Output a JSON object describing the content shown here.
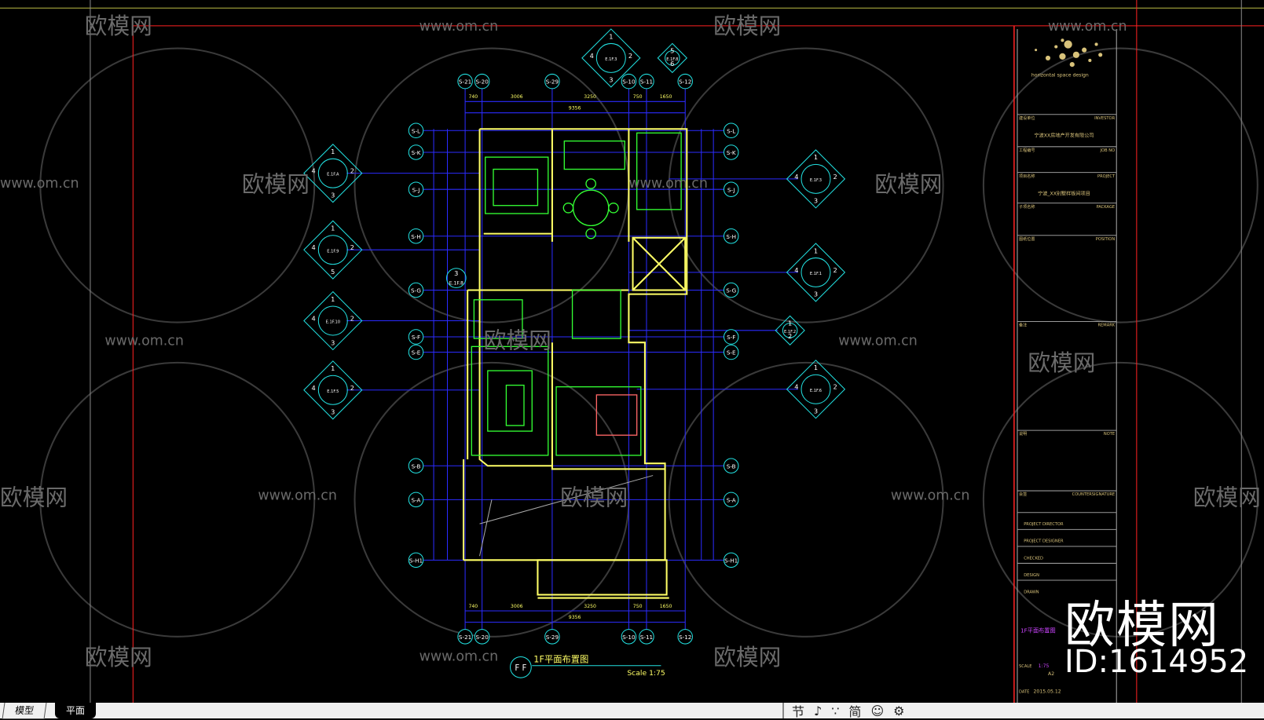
{
  "tabs": [
    {
      "label": "模型",
      "active": false
    },
    {
      "label": "平面",
      "active": true
    }
  ],
  "tray": {
    "icons": [
      {
        "name": "node-icon",
        "glyph": "节"
      },
      {
        "name": "moon-icon",
        "glyph": "♪"
      },
      {
        "name": "dots-icon",
        "glyph": "∵"
      },
      {
        "name": "simplified-icon",
        "glyph": "简"
      },
      {
        "name": "smile-icon",
        "glyph": "☺"
      },
      {
        "name": "gear-icon",
        "glyph": "⚙"
      }
    ]
  },
  "drawing": {
    "title": "1F平面布置图",
    "scale": "Scale 1:75",
    "symbol": "F F",
    "grid_top": [
      "S-21",
      "S-20",
      "S-29",
      "S-10",
      "S-11",
      "S-12"
    ],
    "grid_left": [
      "S-L",
      "S-K",
      "S-J",
      "S-H",
      "S-G",
      "S-F",
      "S-E",
      "S-B",
      "S-A",
      "S-H1"
    ],
    "dims_top": [
      "740",
      "3006",
      "3250",
      "750",
      "1650"
    ],
    "dims_total": "9356",
    "elevations": [
      {
        "n": [
          "1",
          "2",
          "3",
          "4"
        ],
        "code": "E.1F.A"
      },
      {
        "n": [
          "1",
          "2",
          "5",
          "4"
        ],
        "code": "E.1F.9"
      },
      {
        "n": [
          "1",
          "2",
          "3",
          "4"
        ],
        "code": "E.1F.10"
      },
      {
        "n": [
          "1",
          "2",
          "3",
          "4"
        ],
        "code": "E.1F.5"
      },
      {
        "n": [
          "1",
          "2",
          "3",
          "4"
        ],
        "code": "E.1F.3"
      },
      {
        "n": [
          "1",
          "2",
          "3",
          "4"
        ],
        "code": "E.1F.1"
      },
      {
        "n": [
          "1",
          "2"
        ],
        "code": "E.1F.2"
      },
      {
        "n": [
          "1",
          "2",
          "3",
          "4"
        ],
        "code": "E.1F.6"
      },
      {
        "n": [
          "1",
          "2",
          "3",
          "4"
        ],
        "code": "E.1F.3"
      },
      {
        "n": [
          "5",
          "6"
        ],
        "code": "E.1F.8"
      }
    ],
    "callout": {
      "n": "3",
      "code": "E.1F.8"
    }
  },
  "title_block": {
    "firm": "horizontal space design",
    "rows": [
      {
        "cn": "建设单位",
        "en": "INVESTOR",
        "value": "宁波XX房地产开发有限公司"
      },
      {
        "cn": "工程编号",
        "en": "JOB NO",
        "value": ""
      },
      {
        "cn": "项目名称",
        "en": "PROJECT",
        "value": "宁波_XX别墅样板间项目"
      },
      {
        "cn": "子项名称",
        "en": "PACKAGE",
        "value": ""
      },
      {
        "cn": "图纸位置",
        "en": "POSITION",
        "value": ""
      },
      {
        "cn": "备注",
        "en": "REMARK",
        "value": ""
      },
      {
        "cn": "说明",
        "en": "NOTE",
        "value": ""
      },
      {
        "cn": "会签",
        "en": "COUNTERSIGNATURE",
        "value": ""
      }
    ],
    "staff": [
      "PROJECT DIRECTOR",
      "PROJECT DESIGNER",
      "CHECKED",
      "DESIGN",
      "DRAWN"
    ],
    "sheet_name": "1F平面布置图",
    "scale": "1:75",
    "size": "A2",
    "date": "2015.05.12",
    "date_label": "DATE",
    "scale_label": "SCALE"
  },
  "watermark": {
    "logo": "欧模网",
    "url": "www.om.cn",
    "id": "ID:1614952"
  },
  "colors": {
    "bg": "#000000",
    "wall": "#ffff66",
    "furniture": "#33ff33",
    "grid": "#2b2bff",
    "bubble": "#22e0e0",
    "frame": "#ff2222",
    "titleText": "#d8c27a"
  }
}
